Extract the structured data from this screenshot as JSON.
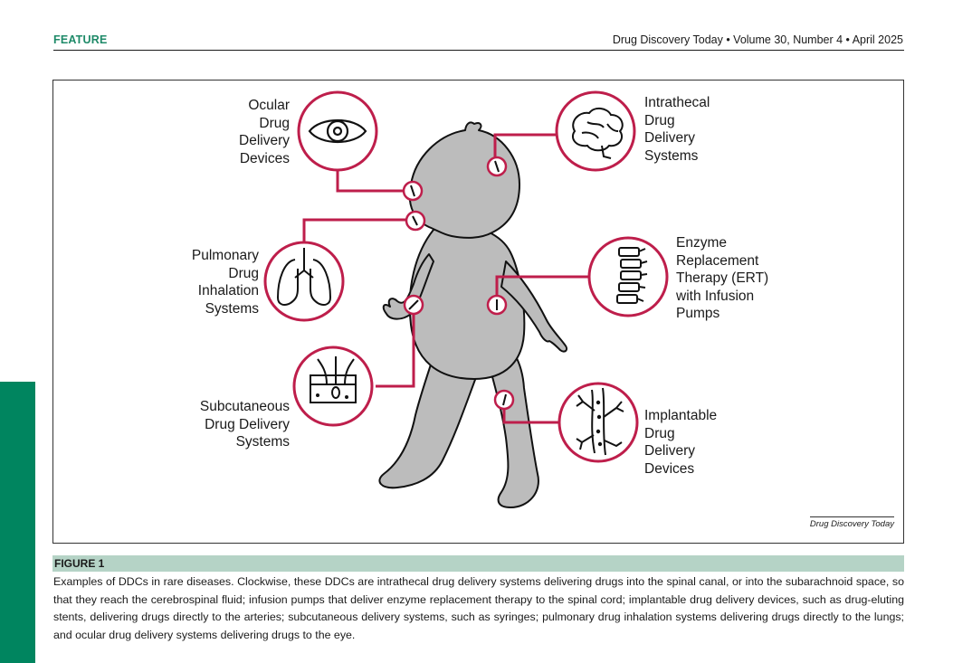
{
  "header": {
    "section": "FEATURE",
    "journal_line": "Drug Discovery Today • Volume 30, Number 4 • April 2025"
  },
  "figure": {
    "labels": {
      "ocular": "Ocular\nDrug\nDelivery\nDevices",
      "pulmonary": "Pulmonary\nDrug\nInhalation\nSystems",
      "subcutaneous": "Subcutaneous\nDrug Delivery\nSystems",
      "intrathecal": "Intrathecal\nDrug\nDelivery\nSystems",
      "ert": "Enzyme\nReplacement\nTherapy (ERT)\nwith Infusion\nPumps",
      "implantable": "Implantable\nDrug\nDelivery\nDevices"
    },
    "credit": "Drug Discovery Today",
    "icons": [
      "eye-icon",
      "lungs-icon",
      "skin-syringe-icon",
      "brain-icon",
      "spine-icon",
      "blood-vessel-icon"
    ],
    "colors": {
      "accent": "#be1e4b",
      "body_fill": "#bcbcbc",
      "brand_green": "#00855f",
      "label_bar": "#b5d3c6"
    }
  },
  "figure_label": "FIGURE 1",
  "caption": "Examples of DDCs in rare diseases. Clockwise, these DDCs are intrathecal drug delivery systems delivering drugs into the spinal canal, or into the subarachnoid space, so that they reach the cerebrospinal fluid; infusion pumps that deliver enzyme replacement therapy to the spinal cord; implantable drug delivery devices, such as drug-eluting stents, delivering drugs directly to the arteries; subcutaneous delivery systems, such as syringes; pulmonary drug inhalation systems delivering drugs directly to the lungs; and ocular drug delivery systems delivering drugs to the eye."
}
